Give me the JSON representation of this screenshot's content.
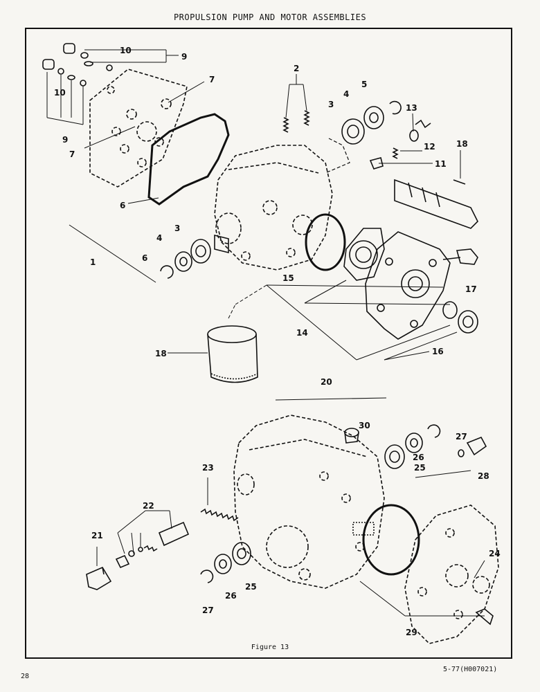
{
  "header": {
    "title": "PROPULSION PUMP AND MOTOR ASSEMBLIES"
  },
  "figure": {
    "caption": "Figure 13"
  },
  "footer": {
    "page_number": "28",
    "doc_code": "5-77(H007021)"
  },
  "callouts": [
    "1",
    "2",
    "3",
    "3",
    "4",
    "4",
    "5",
    "6",
    "6",
    "7",
    "7",
    "9",
    "9",
    "10",
    "10",
    "11",
    "12",
    "13",
    "14",
    "15",
    "16",
    "17",
    "18",
    "18",
    "20",
    "21",
    "22",
    "23",
    "24",
    "25",
    "25",
    "26",
    "26",
    "27",
    "27",
    "28",
    "29",
    "30"
  ]
}
